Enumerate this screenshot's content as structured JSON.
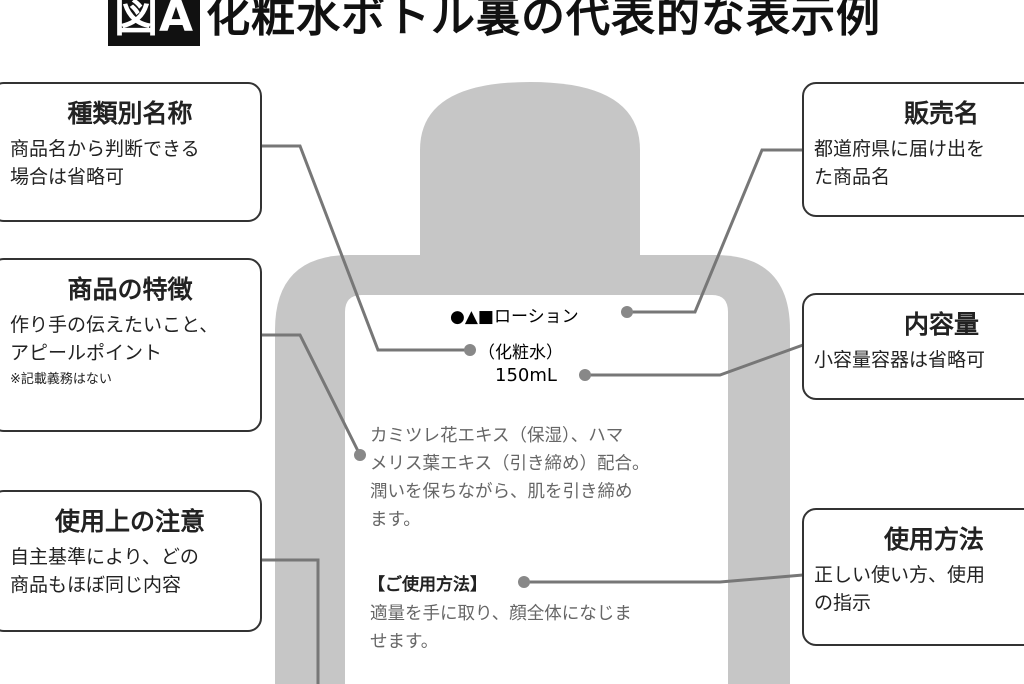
{
  "title": {
    "badge": "図A",
    "text": "化粧水ボトル裏の代表的な表示例"
  },
  "left_boxes": [
    {
      "heading": "種類別名称",
      "lines": [
        "商品名から判断できる",
        "場合は省略可"
      ]
    },
    {
      "heading": "商品の特徴",
      "lines": [
        "作り手の伝えたいこと、",
        "アピールポイント"
      ],
      "note": "※記載義務はない"
    },
    {
      "heading": "使用上の注意",
      "lines": [
        "自主基準により、どの",
        "商品もほぼ同じ内容"
      ]
    }
  ],
  "right_boxes": [
    {
      "heading": "販売名",
      "lines": [
        "都道府県に届け出を",
        "た商品名"
      ]
    },
    {
      "heading": "内容量",
      "lines": [
        "小容量容器は省略可"
      ]
    },
    {
      "heading": "使用方法",
      "lines": [
        "正しい使い方、使用",
        "の指示"
      ]
    }
  ],
  "label": {
    "product_name": "●▲■ローション",
    "category": "（化粧水）",
    "volume": "150mL",
    "features": [
      "カミツレ花エキス（保湿）、ハマ",
      "メリス葉エキス（引き締め）配合。",
      "潤いを保ちながら、肌を引き締め",
      "ます。"
    ],
    "usage_heading": "【ご使用方法】",
    "usage": [
      "適量を手に取り、顔全体になじま",
      "せます。"
    ]
  },
  "colors": {
    "bottle": "#c6c6c6",
    "line": "#777777"
  }
}
